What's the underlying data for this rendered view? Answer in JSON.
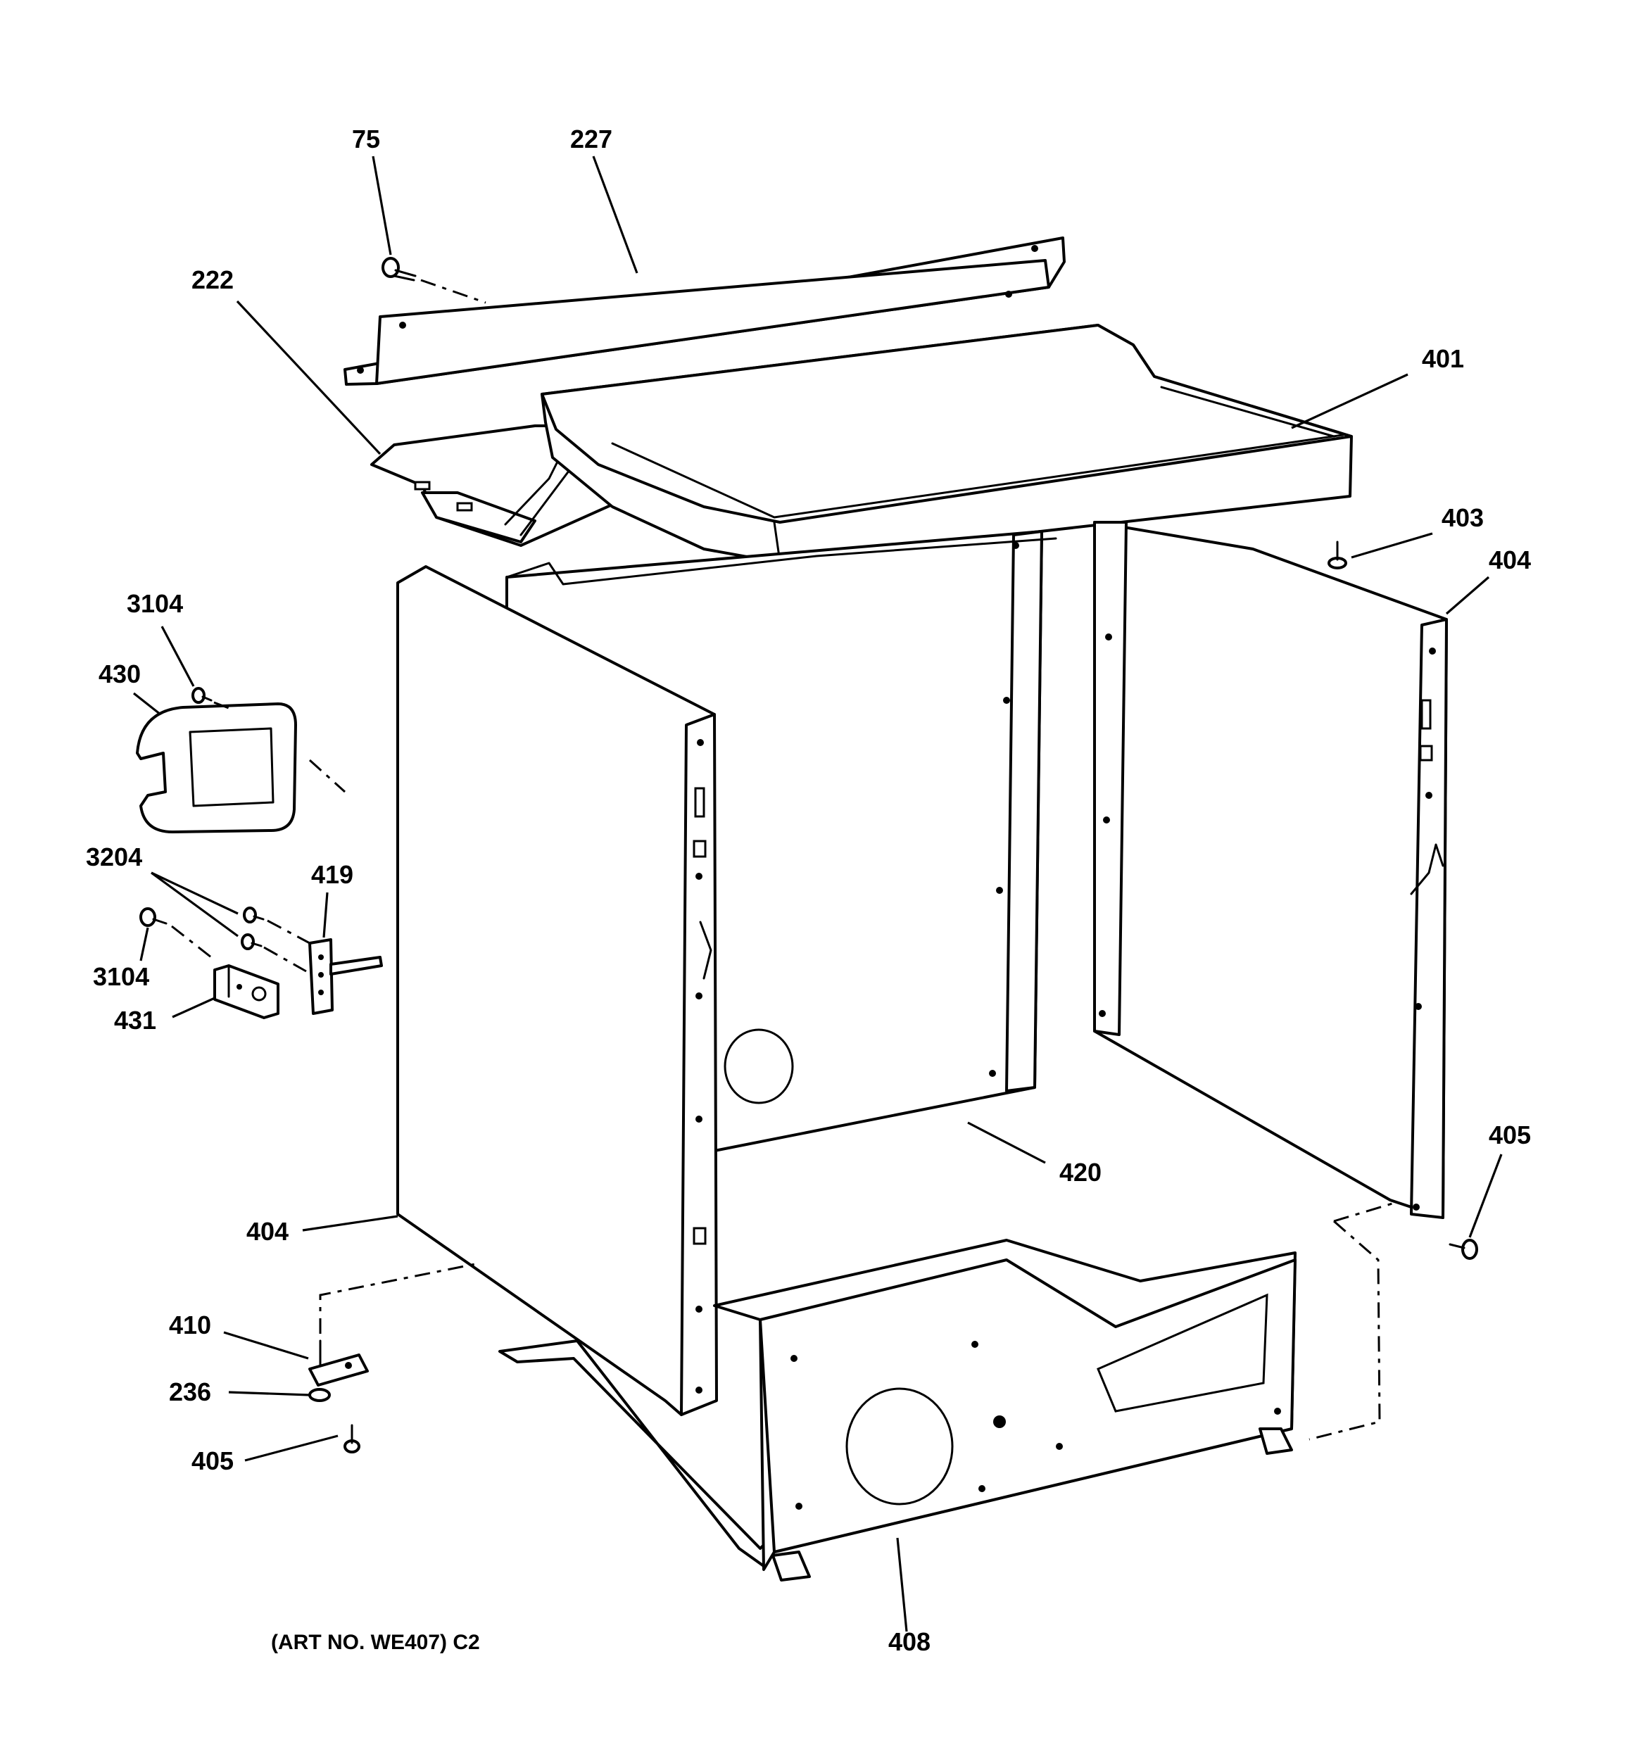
{
  "diagram": {
    "callouts": {
      "c75": "75",
      "c227": "227",
      "c222": "222",
      "c401": "401",
      "c403": "403",
      "c404_right": "404",
      "c3104_top": "3104",
      "c430": "430",
      "c3204": "3204",
      "c419": "419",
      "c3104_bottom": "3104",
      "c431": "431",
      "c420": "420",
      "c405_right": "405",
      "c404_left": "404",
      "c410": "410",
      "c236": "236",
      "c405_left": "405",
      "c408": "408"
    },
    "art_number": "(ART NO. WE407) C2"
  }
}
